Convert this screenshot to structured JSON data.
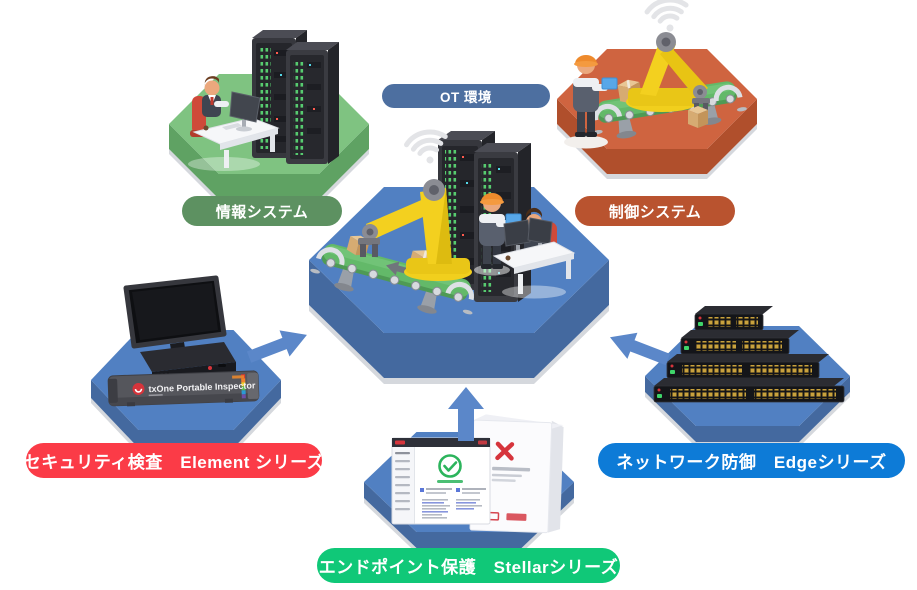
{
  "center": {
    "label": "OT 環境"
  },
  "systems": {
    "information": {
      "label": "情報システム",
      "color": "#5d9161"
    },
    "control": {
      "label": "制御システム",
      "color": "#b9532f"
    }
  },
  "products": {
    "element": {
      "label": "セキュリティ検査　Element シリーズ",
      "color": "#fb3b47",
      "device_label": "txOne Portable Inspector"
    },
    "stellar": {
      "label": "エンドポイント保護　Stellarシリーズ",
      "color": "#10c878"
    },
    "edge": {
      "label": "ネットワーク防御　Edgeシリーズ",
      "color": "#0d7bd7"
    }
  },
  "colors": {
    "platform_blue_top": "#5180c2",
    "platform_blue_side": "#44699f",
    "platform_green_top": "#7fc381",
    "platform_green_side": "#5fa263",
    "platform_orange_top": "#cf6440",
    "platform_orange_side": "#b04f2c",
    "platform_rim": "#d5d8dd",
    "arrow_blue": "#5b87c9",
    "ot_pill": "#4d6fa0"
  }
}
